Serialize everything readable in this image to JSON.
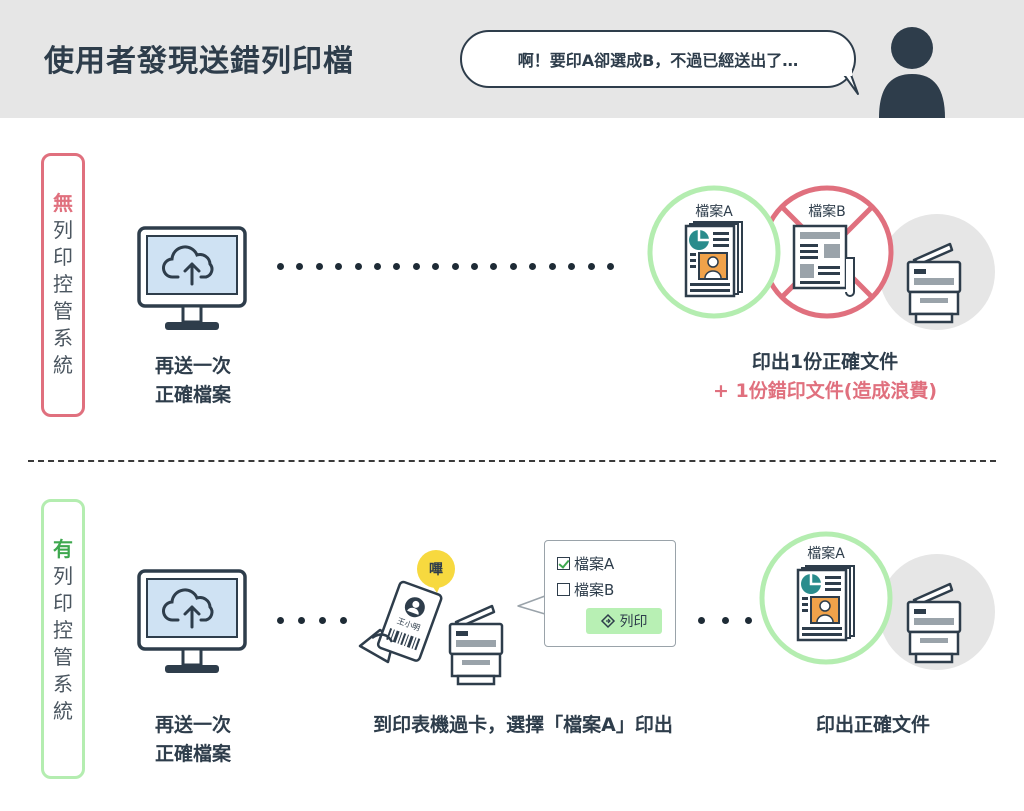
{
  "header": {
    "title": "使用者發現送錯列印檔",
    "speech": "啊！要印A卻選成B，不過已經送出了…"
  },
  "without": {
    "label_highlight": "無",
    "label_rest": [
      "列",
      "印",
      "控",
      "管",
      "系",
      "統"
    ],
    "computer_caption_line1": "再送一次",
    "computer_caption_line2": "正確檔案",
    "file_a": "檔案A",
    "file_b": "檔案B",
    "result_line1": "印出1份正確文件",
    "result_line2": "+ 1份錯印文件(造成浪費)"
  },
  "with": {
    "label_highlight": "有",
    "label_rest": [
      "列",
      "印",
      "控",
      "管",
      "系",
      "統"
    ],
    "computer_caption_line1": "再送一次",
    "computer_caption_line2": "正確檔案",
    "beep": "嗶",
    "card_name": "王小明",
    "popup_option_a": "檔案A",
    "popup_option_b": "檔案B",
    "print_button": "列印",
    "middle_caption": "到印表機過卡，選擇「檔案A」印出",
    "file_a": "檔案A",
    "result": "印出正確文件"
  },
  "colors": {
    "dark": "#2e3d4b",
    "red": "#e0707e",
    "green_light": "#b4edb0",
    "green_text": "#3ea84f",
    "screen": "#cfe2f3",
    "orange": "#f0a24a",
    "yellow": "#f7d93f"
  },
  "icons": [
    "person-icon",
    "computer-upload-icon",
    "document-icon",
    "printer-icon",
    "id-card-icon",
    "diamond-icon"
  ]
}
